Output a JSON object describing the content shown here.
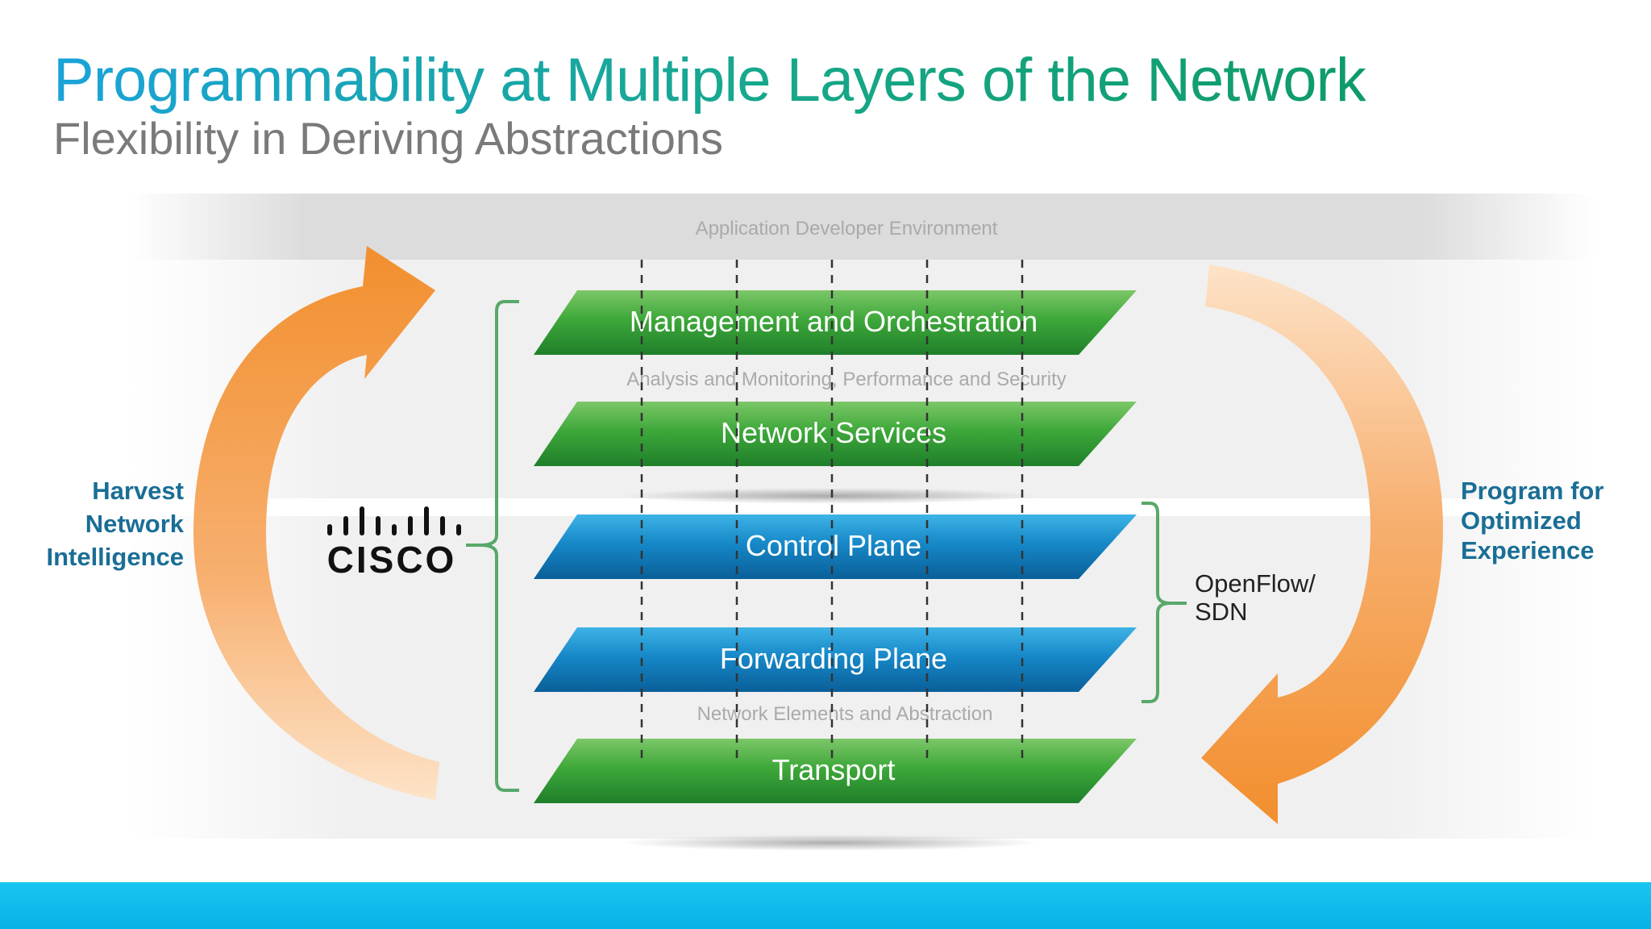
{
  "header": {
    "title": "Programmability at Multiple Layers of the Network",
    "subtitle": "Flexibility in Deriving Abstractions"
  },
  "diagram": {
    "top_band_label": "Application Developer Environment",
    "layers": [
      {
        "label": "Management and Orchestration",
        "color": "green"
      },
      {
        "label": "Network Services",
        "color": "green"
      },
      {
        "label": "Control Plane",
        "color": "blue"
      },
      {
        "label": "Forwarding Plane",
        "color": "blue"
      },
      {
        "label": "Transport",
        "color": "green"
      }
    ],
    "mid_label_upper": "Analysis and Monitoring, Performance and Security",
    "mid_label_lower": "Network Elements and Abstraction",
    "left_label": [
      "Harvest",
      "Network",
      "Intelligence"
    ],
    "right_label": [
      "Program for",
      "Optimized",
      "Experience"
    ],
    "bracket_label": [
      "OpenFlow/",
      "SDN"
    ],
    "logo_text": "CISCO"
  },
  "colors": {
    "green_layer": "#3da83d",
    "blue_layer": "#1d88c9",
    "arrow_orange": "#f39a3a",
    "brand_bar": "#0bb8ea",
    "side_text": "#1a6e95"
  }
}
